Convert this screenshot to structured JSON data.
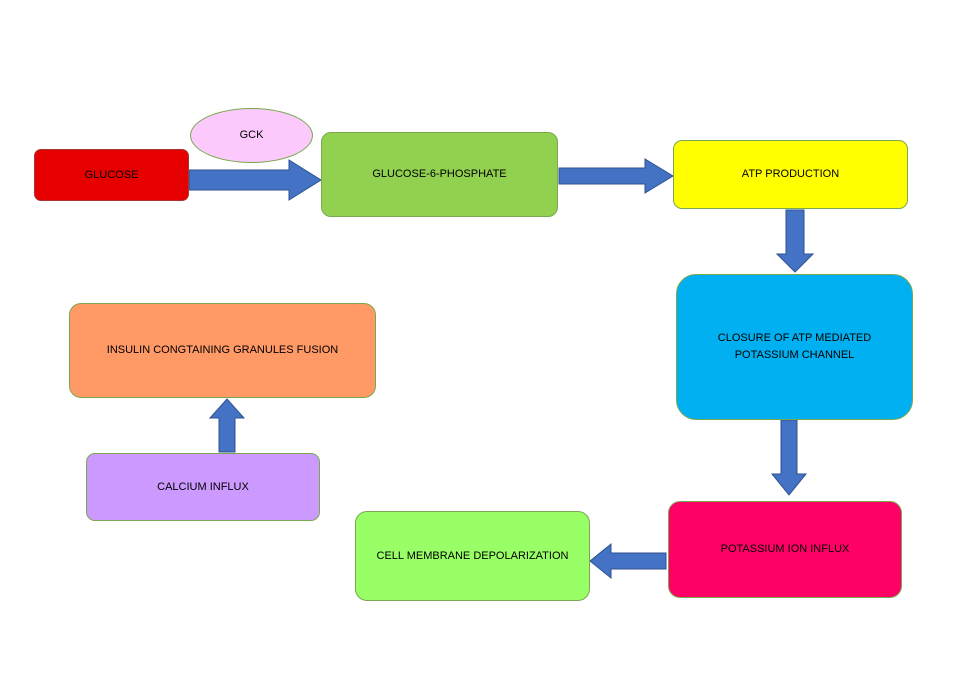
{
  "diagram": {
    "nodes": {
      "glucose": {
        "label": "GLUCOSE",
        "color": "#e60000"
      },
      "gck": {
        "label": "GCK",
        "color": "#fbc9fb"
      },
      "g6p": {
        "label": "GLUCOSE-6-PHOSPHATE",
        "color": "#92d050"
      },
      "atp": {
        "label": "ATP PRODUCTION",
        "color": "#ffff00"
      },
      "closure": {
        "line1": "CLOSURE OF ATP MEDIATED",
        "line2": "POTASSIUM CHANNEL",
        "color": "#00b0f0"
      },
      "potassium": {
        "label": "POTASSIUM ION INFLUX",
        "color": "#ff0066"
      },
      "depolarization": {
        "label": "CELL MEMBRANE DEPOLARIZATION",
        "color": "#99ff66"
      },
      "calcium": {
        "label": "CALCIUM INFLUX",
        "color": "#cc99ff"
      },
      "insulin": {
        "label": "INSULIN CONGTAINING GRANULES FUSION",
        "color": "#ff9966"
      }
    },
    "arrow_color": "#4472c4"
  }
}
